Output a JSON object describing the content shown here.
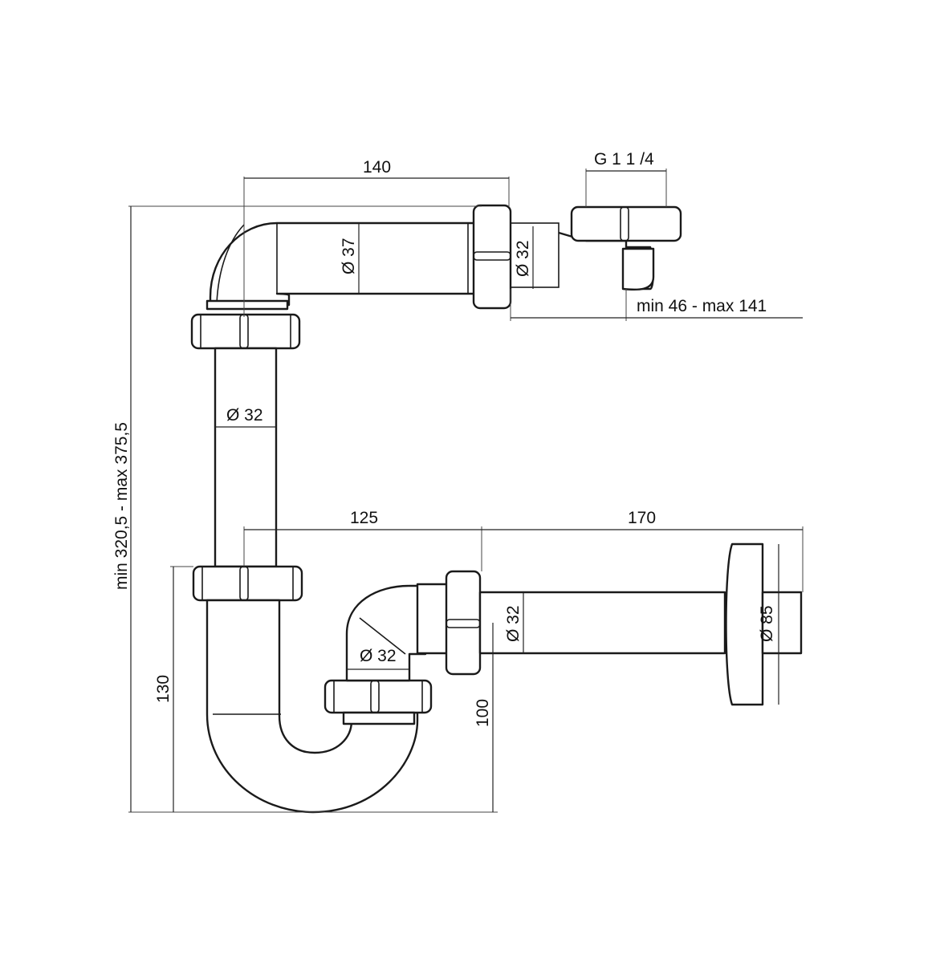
{
  "dimensions": {
    "top_length": "140",
    "thread": "G 1 1 /4",
    "top_pipe_diameter": "Ø 37",
    "outlet_diameter_top": "Ø 32",
    "adjust_range": "min 46 - max 141",
    "vertical_pipe_diameter": "Ø 32",
    "total_height": "min 320,5 - max 375,5",
    "trap_offset": "125",
    "outlet_length": "170",
    "trap_inlet_diameter": "Ø 32",
    "outlet_pipe_diameter": "Ø 32",
    "rosette_diameter": "Ø 85",
    "trap_height": "130",
    "outlet_height": "100"
  },
  "colors": {
    "line": "#1a1a1a",
    "background": "#ffffff"
  }
}
